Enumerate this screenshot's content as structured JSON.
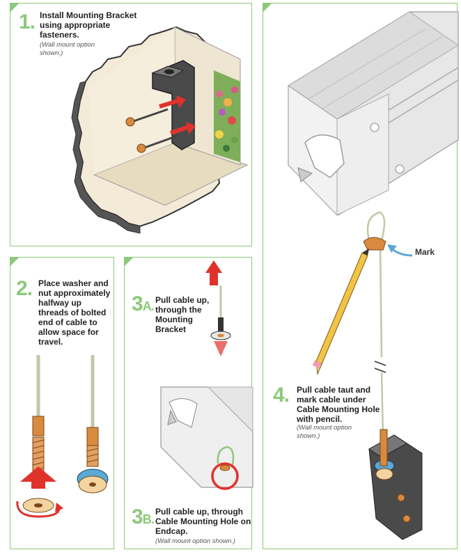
{
  "steps": [
    {
      "id": "1",
      "number": "1.",
      "text": "Install Mounting Bracket using appropriate fasteners.",
      "note": "(Wall mount option shown.)"
    },
    {
      "id": "2",
      "number": "2.",
      "text": "Place washer and nut approximately halfway up threads of bolted end of cable to allow space for travel."
    },
    {
      "id": "3a",
      "number": "3",
      "suffix": "A.",
      "text": "Pull cable up, through the Mounting Bracket"
    },
    {
      "id": "3b",
      "number": "3",
      "suffix": "B.",
      "text": "Pull cable up, through Cable Mounting Hole on Endcap.",
      "note": "(Wall mount option shown.)"
    },
    {
      "id": "4",
      "number": "4.",
      "text": "Pull cable taut and mark cable under Cable Mounting Hole with pencil.",
      "note": "(Wall mount option shown.)"
    }
  ],
  "callouts": {
    "mark": "Mark"
  },
  "colors": {
    "accent": "#8cc97a",
    "arrow": "#e0322b",
    "copper": "#d88a3e",
    "callout_arrow": "#5aa9d6"
  }
}
